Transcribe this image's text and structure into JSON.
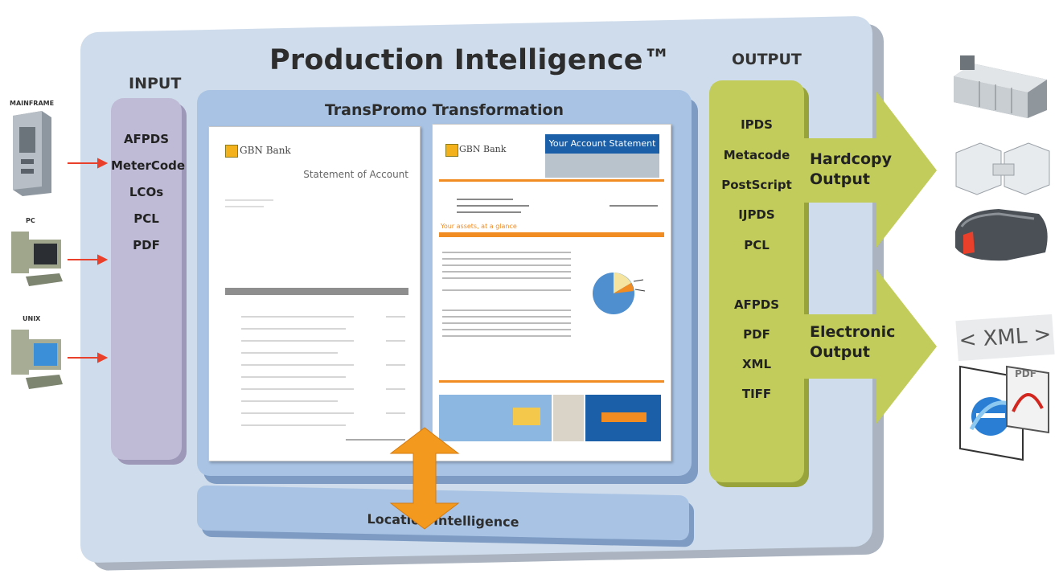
{
  "diagram": {
    "title": "Production Intelligence™",
    "input": {
      "heading": "INPUT",
      "items": [
        "AFPDS",
        "MeterCode",
        "LCOs",
        "PCL",
        "PDF"
      ]
    },
    "sources": [
      {
        "label": "MAINFRAME",
        "icon": "mainframe-server-icon"
      },
      {
        "label": "PC",
        "icon": "desktop-pc-icon"
      },
      {
        "label": "UNIX",
        "icon": "unix-workstation-icon"
      }
    ],
    "transformation": {
      "title": "TransPromo Transformation",
      "statement_before": {
        "brand": "GBN Bank",
        "heading": "Statement of Account"
      },
      "statement_after": {
        "brand": "GBN Bank",
        "banner": "Your Account Statement",
        "section": "Your assets, at a glance"
      }
    },
    "location": {
      "label": "Location Intelligence"
    },
    "output": {
      "heading": "OUTPUT",
      "hardcopy_items": [
        "IPDS",
        "Metacode",
        "PostScript",
        "IJPDS",
        "PCL"
      ],
      "electronic_items": [
        "AFPDS",
        "PDF",
        "XML",
        "TIFF"
      ]
    },
    "arrows": {
      "hardcopy": [
        "Hardcopy",
        "Output"
      ],
      "electronic": [
        "Electronic",
        "Output"
      ]
    },
    "targets": {
      "xml_label": "< XML >",
      "pdf_label": "PDF",
      "icons": [
        "production-printer-icon",
        "continuous-forms-printer-icon",
        "inkjet-press-icon",
        "xml-file-icon",
        "browser-e-icon",
        "pdf-file-icon"
      ]
    },
    "colors": {
      "platform": "#cfdceb",
      "input": "#bfbad6",
      "transpromo": "#a8c3e4",
      "output": "#c1cc5a",
      "arrow_orange": "#f39a1e",
      "source_arrow": "#e8402a",
      "statement_banner": "#1a5fa8"
    }
  }
}
